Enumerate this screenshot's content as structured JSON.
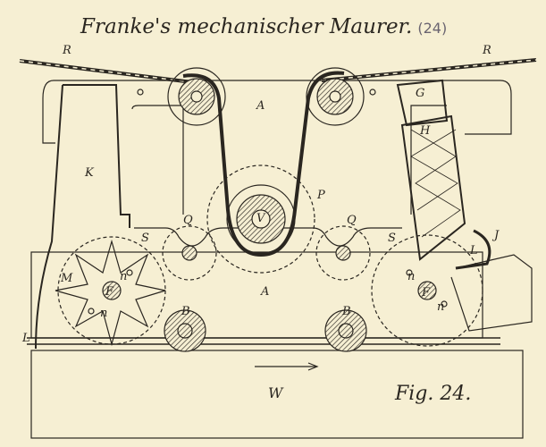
{
  "title": "Franke's mechanischer Maurer.",
  "annotation": "(24)",
  "figure_label": "Fig. 24.",
  "labels": {
    "rope_left": "R",
    "rope_right": "R",
    "frame_top": "A",
    "frame_bottom": "A",
    "G": "G",
    "H": "H",
    "K": "K",
    "P": "P",
    "Q_left": "Q",
    "Q_right": "Q",
    "S_left": "S",
    "S_right": "S",
    "V": "V",
    "M": "M",
    "F_left": "F",
    "F_right": "F",
    "n1": "n",
    "n2": "n",
    "n3": "n",
    "n4": "n",
    "B_left": "B",
    "B_right": "B",
    "L_left": "L",
    "L_right": "L",
    "J": "J",
    "W": "W"
  },
  "colors": {
    "paper": "#f6efd3",
    "ink": "#2a2620"
  }
}
